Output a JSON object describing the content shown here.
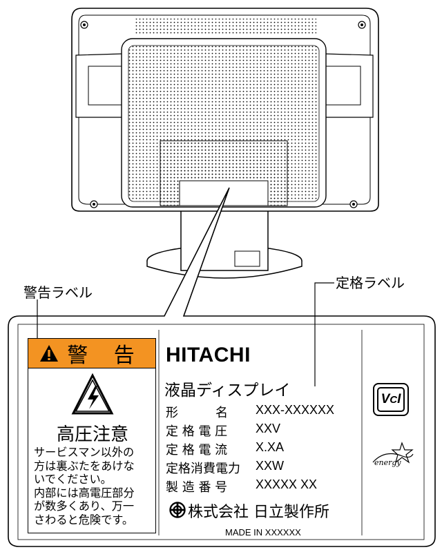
{
  "callouts": {
    "warning_label": "警告ラベル",
    "rating_label": "定格ラベル"
  },
  "warning_label": {
    "title": "警 告",
    "icon": "electric-shock-warning-icon",
    "high_voltage": "高圧注意",
    "body_lines": [
      "サービスマン以外の",
      "方は裏ぶたをあけな",
      "いでください。",
      "内部には高電圧部分",
      "が数多くあり、万一",
      "さわると危険です。"
    ],
    "header_color": "#f39322"
  },
  "rating_label": {
    "maker_logo": "HITACHI",
    "product_name": "液晶ディスプレイ",
    "specs": [
      {
        "label": "形　　　名",
        "value": "XXX-XXXXXX"
      },
      {
        "label": "定 格 電 圧",
        "value": "XXV"
      },
      {
        "label": "定 格 電 流",
        "value": "X.XA"
      },
      {
        "label": "定格消費電力",
        "value": "XXW"
      },
      {
        "label": "製 造 番 号",
        "value": "XXXXX  XX"
      }
    ],
    "company": "株式会社 日立製作所",
    "made_in": "MADE IN XXXXXX",
    "vcci_mark": "VCCI",
    "energy_mark": "energy"
  }
}
